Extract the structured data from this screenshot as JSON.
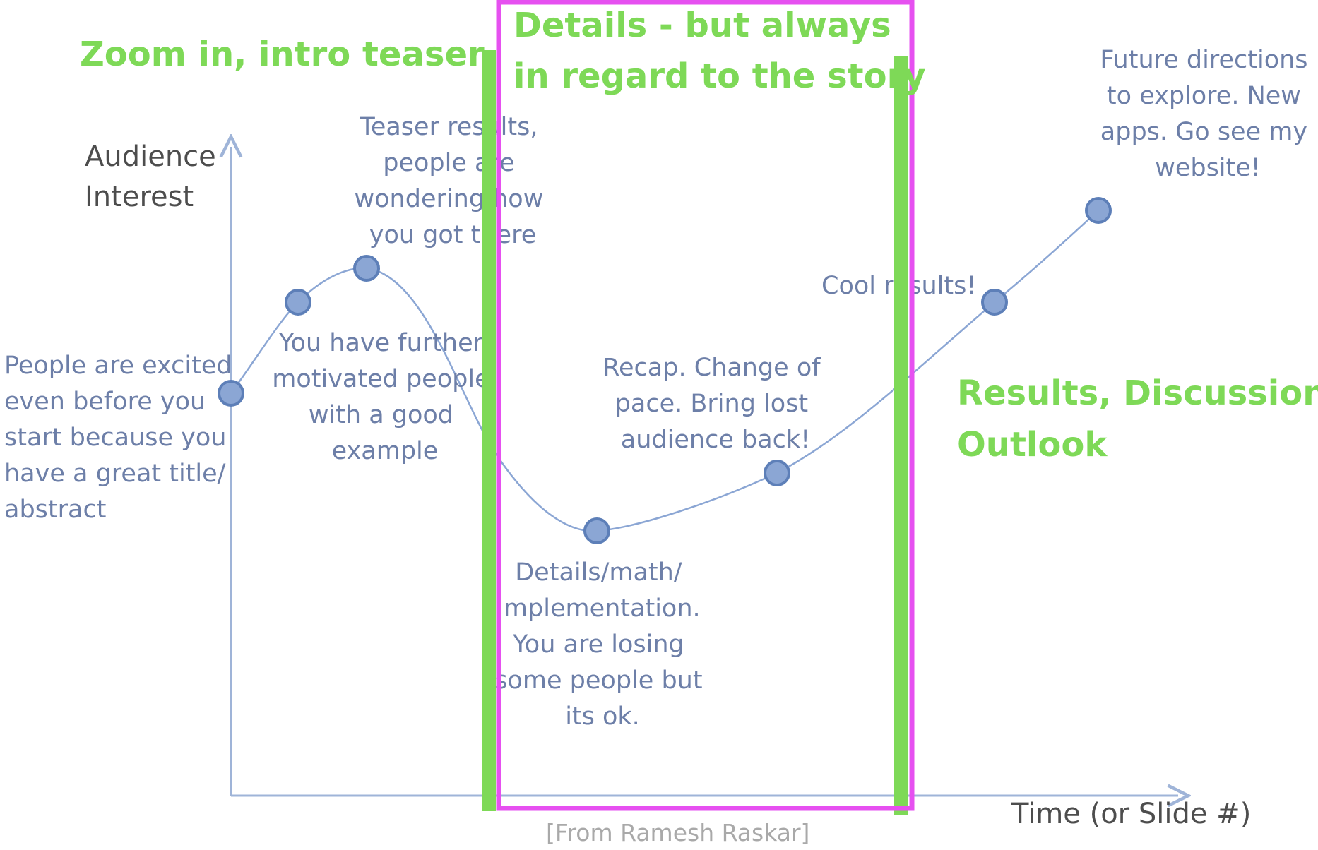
{
  "axes": {
    "y_label_lines": [
      "Audience",
      "Interest"
    ],
    "x_label": "Time (or Slide #)"
  },
  "sections": {
    "intro": [
      "Zoom in, intro teaser"
    ],
    "details": [
      "Details - but always",
      "in regard to the story"
    ],
    "results": [
      "Results, Discussion,",
      "Outlook"
    ]
  },
  "annotations": {
    "start": [
      "People are excited",
      "even before you",
      "start because you",
      "have a great title/",
      "abstract"
    ],
    "example": [
      "You have further",
      "motivated people",
      "with a good",
      "example"
    ],
    "teaser": [
      "Teaser results,",
      "people are",
      "wondering how",
      "you got there"
    ],
    "details": [
      "Details/math/",
      "implementation.",
      "You are losing",
      "some people but",
      "its ok."
    ],
    "recap": [
      "Recap. Change of",
      "pace. Bring lost",
      "audience back!"
    ],
    "cool": [
      "Cool results!"
    ],
    "future": [
      "Future directions",
      "to explore. New",
      "apps. Go see my",
      "website!"
    ]
  },
  "credit": "[From Ramesh Raskar]",
  "colors": {
    "curve": "#8ba6d4",
    "point_fill": "#8ba6d4",
    "annotation_text": "#6d7fa8",
    "section_green": "#7ed957",
    "highlight_magenta": "#e650f0",
    "axis": "#9fb4d8"
  }
}
